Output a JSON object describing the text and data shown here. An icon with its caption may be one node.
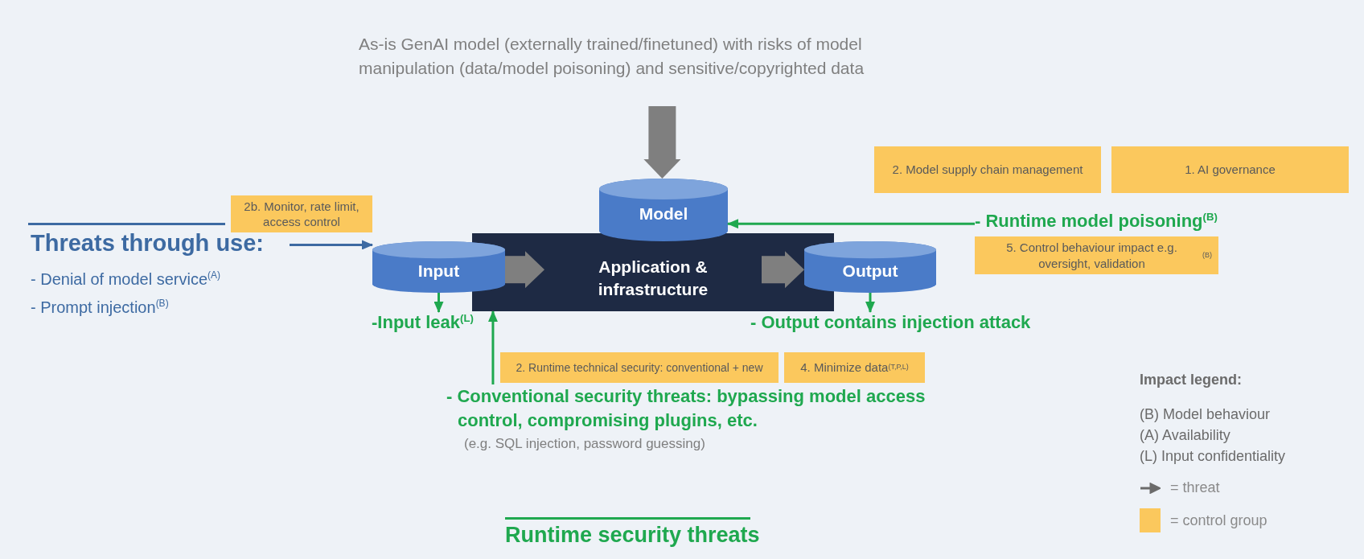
{
  "diagram": {
    "nodes": [
      {
        "text": [
          "As-is GenAI model (externally trained/finetuned) with risks of model manipulation (data/model poisoning) and sensitive/copyrighted data"
        ]
      },
      {
        "text": [
          "Application & infrastructure"
        ]
      },
      {
        "text": [
          "Model"
        ]
      },
      {
        "text": [
          "Input"
        ]
      },
      {
        "text": [
          "Output"
        ]
      },
      {
        "text": [
          "Threats through use:",
          "- Denial of model service$^{(A)}$",
          "- Prompt injection$^{(B)}$"
        ]
      },
      {
        "text": [
          "- Runtime model poisoning$^{(B)}$"
        ]
      },
      {
        "text": [
          "-Input leak$^{(L)}$"
        ]
      },
      {
        "text": [
          "- Output contains injection attack"
        ]
      },
      {
        "text": [
          "- Conventional security threats: bypassing model access control, compromising plugins, etc.",
          "(e.g. SQL injection, password guessing)"
        ]
      },
      {
        "text": [
          "2b. Monitor, rate limit, access control"
        ]
      },
      {
        "text": [
          "2. Model supply chain management"
        ]
      },
      {
        "text": [
          "1. AI governance"
        ]
      },
      {
        "text": [
          "5. Control behaviour impact e.g. oversight, validation $^{(B)}$"
        ]
      },
      {
        "text": [
          "2. Runtime technical security: conventional +  new"
        ]
      },
      {
        "text": [
          "4. Minimize data$^{(T,P,L)}$"
        ]
      }
    ],
    "edges": [
      {
        "from": 0,
        "to": 2,
        "arrow": "to",
        "style": "thick",
        "color": "#7f7f7f"
      },
      {
        "from": 3,
        "to": 1,
        "arrow": "to",
        "style": "thick",
        "color": "#7f7f7f"
      },
      {
        "from": 1,
        "to": 4,
        "arrow": "to",
        "style": "thick",
        "color": "#7f7f7f"
      },
      {
        "from": 5,
        "to": 3,
        "arrow": "to",
        "color": "#3d6aa2"
      },
      {
        "from": 6,
        "to": 2,
        "arrow": "to"
      },
      {
        "from": 3,
        "to": 7,
        "arrow": "to"
      },
      {
        "from": 4,
        "to": 8,
        "arrow": "to"
      },
      {
        "from": 9,
        "to": 1,
        "arrow": "to"
      }
    ],
    "labels": [
      "Runtime security threats",
      "Impact legend:",
      "(B) Model behaviour",
      "(A) Availability",
      "(L) Input confidentiality"
    ],
    "legend": [
      {
        "text": "= threat"
      },
      {
        "text": "= control group",
        "color": "#fbc85d"
      }
    ]
  }
}
